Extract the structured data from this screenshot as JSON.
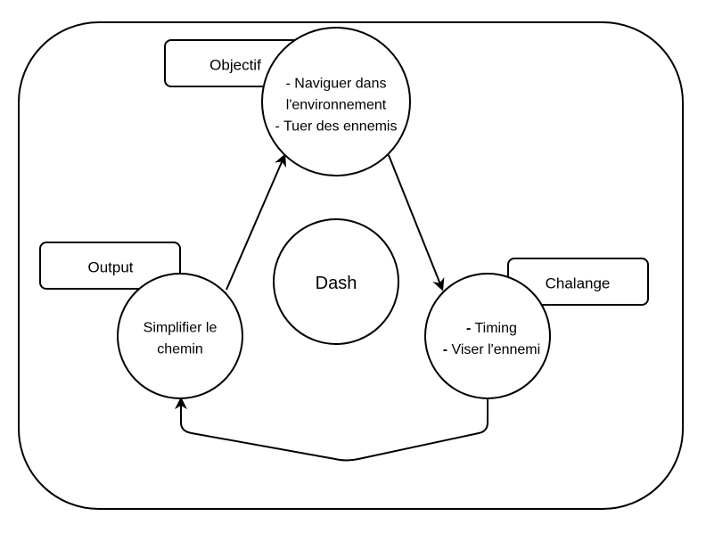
{
  "center": {
    "label": "Dash"
  },
  "nodes": {
    "objectif": {
      "tag": "Objectif",
      "lines": [
        "- Naviguer dans",
        "l'environnement",
        "- Tuer des ennemis"
      ]
    },
    "chalange": {
      "tag": "Chalange",
      "lines": [
        {
          "prefix": "-",
          "text": " Timing"
        },
        {
          "prefix": "-",
          "text": " Viser l'ennemi"
        }
      ]
    },
    "output": {
      "tag": "Output",
      "lines": [
        "Simplifier le",
        "chemin"
      ]
    }
  },
  "colors": {
    "stroke": "#000000",
    "fill": "#ffffff"
  }
}
